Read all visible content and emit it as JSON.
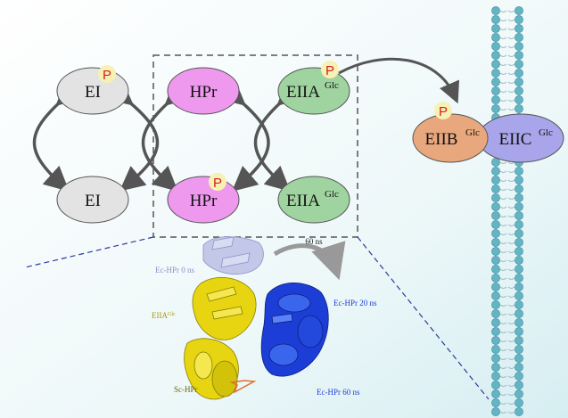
{
  "nodes": {
    "ei_top": "EI",
    "ei_bottom": "EI",
    "hpr_top": "HPr",
    "hpr_bottom": "HPr",
    "eiia_top": "EIIA",
    "eiia_top_sup": "Glc",
    "eiia_bottom": "EIIA",
    "eiia_bottom_sup": "Glc",
    "eiib": "EIIB",
    "eiib_sup": "Glc",
    "eiic": "EIIC",
    "eiic_sup": "Glc"
  },
  "phosphate_label": "P",
  "structure_labels": {
    "time_60ns": "60 ns",
    "ec_hpr_0": "Ec-HPr 0 ns",
    "ec_hpr_20": "Ec-HPr 20 ns",
    "ec_hpr_60": "Ec-HPr 60 ns",
    "eiia": "EIIA",
    "eiia_sup": "Glc",
    "sc_hpr": "Sc-HPr"
  },
  "colors": {
    "ei": "#e3e3e3",
    "hpr": "#ee99ee",
    "eiia": "#9fd39f",
    "eiib": "#e8a77c",
    "eiic": "#a9a5ea",
    "phosphate_fill": "#f8f1b4",
    "phosphate_text": "#d42020",
    "membrane_head": "#63b5c5",
    "structure_yellow": "#e6d510",
    "structure_blue": "#1c3ed6",
    "structure_pale": "#c3c8e8"
  }
}
